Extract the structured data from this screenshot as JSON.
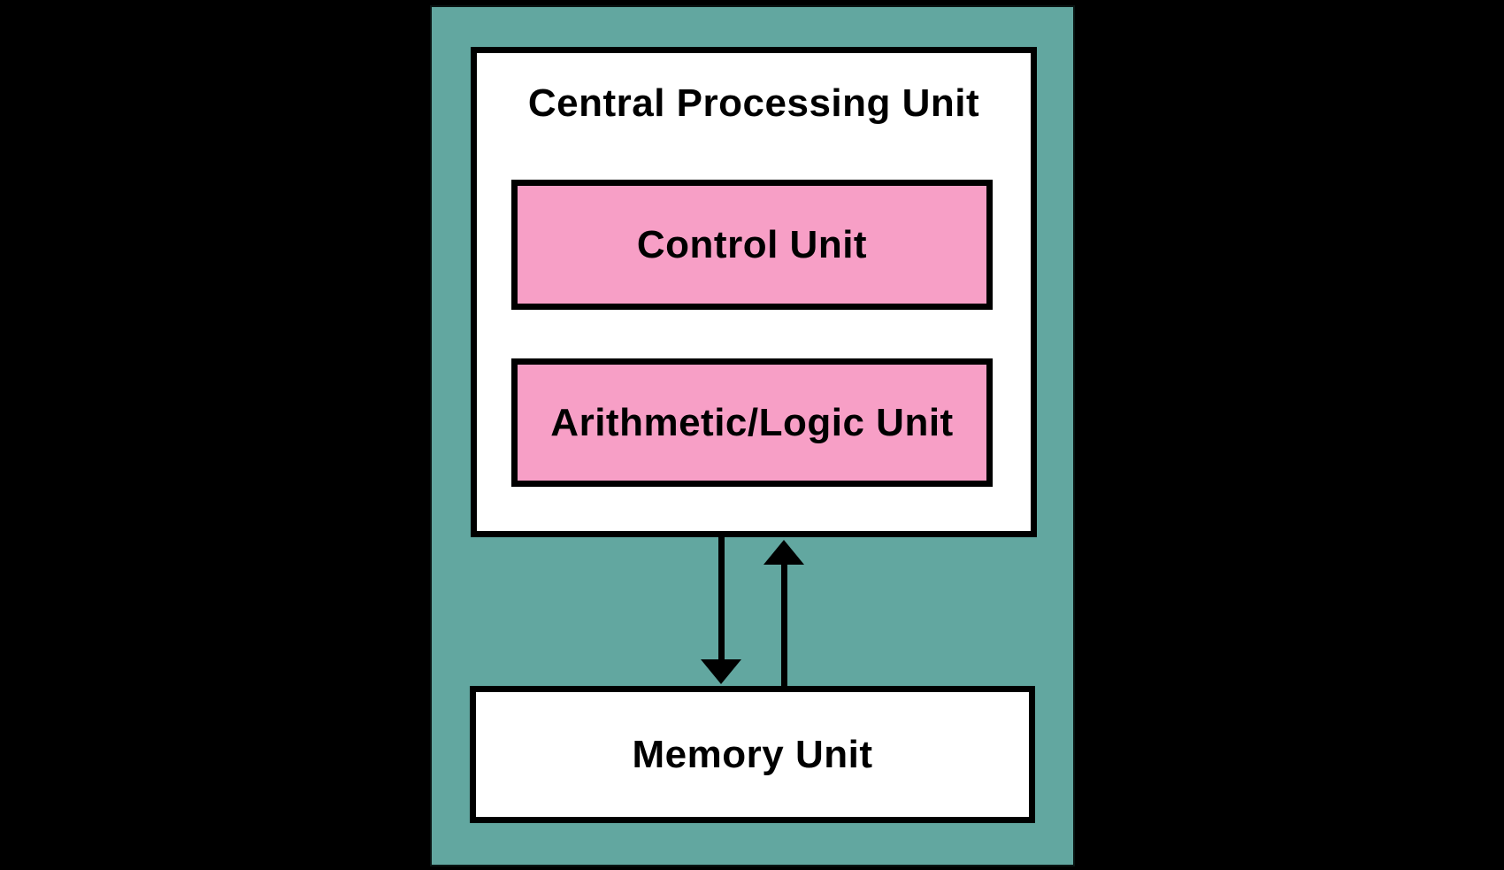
{
  "diagram": {
    "title": "Central Processing Unit",
    "boxes": {
      "control_unit": {
        "label": "Control Unit"
      },
      "arithmetic_logic_unit": {
        "label": "Arithmetic/Logic Unit"
      },
      "memory_unit": {
        "label": "Memory Unit"
      }
    },
    "arrows": [
      {
        "name": "cpu-to-memory",
        "direction": "down"
      },
      {
        "name": "memory-to-cpu",
        "direction": "up"
      }
    ],
    "colors": {
      "background": "#000000",
      "panel": "#62a7a0",
      "box_fill": "#ffffff",
      "inner_box_fill": "#f79fc6",
      "border": "#000000",
      "text": "#000000"
    }
  }
}
